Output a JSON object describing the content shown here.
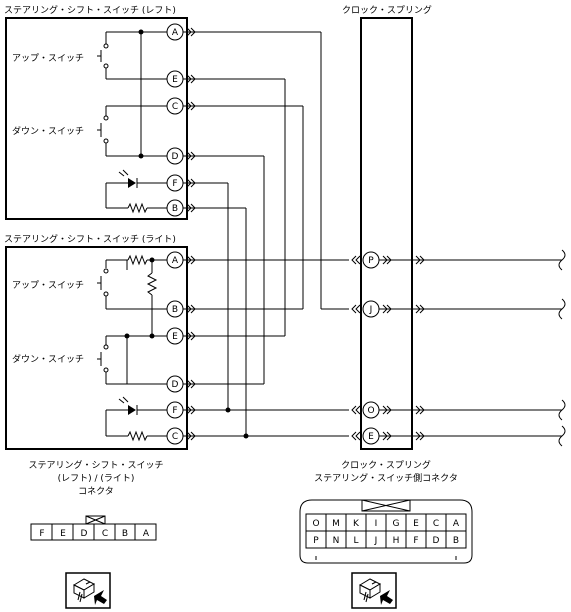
{
  "left_switch": {
    "title": "ステアリング・シフト・スイッチ (レフト)",
    "up": "アップ・スイッチ",
    "down": "ダウン・スイッチ",
    "pins": [
      "A",
      "E",
      "C",
      "D",
      "F",
      "B"
    ]
  },
  "right_switch": {
    "title": "ステアリング・シフト・スイッチ (ライト)",
    "up": "アップ・スイッチ",
    "down": "ダウン・スイッチ",
    "pins": [
      "A",
      "B",
      "E",
      "D",
      "F",
      "C"
    ]
  },
  "clock_spring": {
    "title": "クロック・スプリング",
    "pins": [
      "P",
      "J",
      "O",
      "E"
    ]
  },
  "connector_left": {
    "caption_line1": "ステアリング・シフト・スイッチ",
    "caption_line2": "(レフト) / (ライト)",
    "caption_line3": "コネクタ",
    "cells": [
      "F",
      "E",
      "D",
      "C",
      "B",
      "A"
    ]
  },
  "connector_right": {
    "caption_line1": "クロック・スプリング",
    "caption_line2": "ステアリング・スイッチ側コネクタ",
    "top_row": [
      "O",
      "M",
      "K",
      "I",
      "G",
      "E",
      "C",
      "A"
    ],
    "bottom_row": [
      "P",
      "N",
      "L",
      "J",
      "H",
      "F",
      "D",
      "B"
    ]
  }
}
